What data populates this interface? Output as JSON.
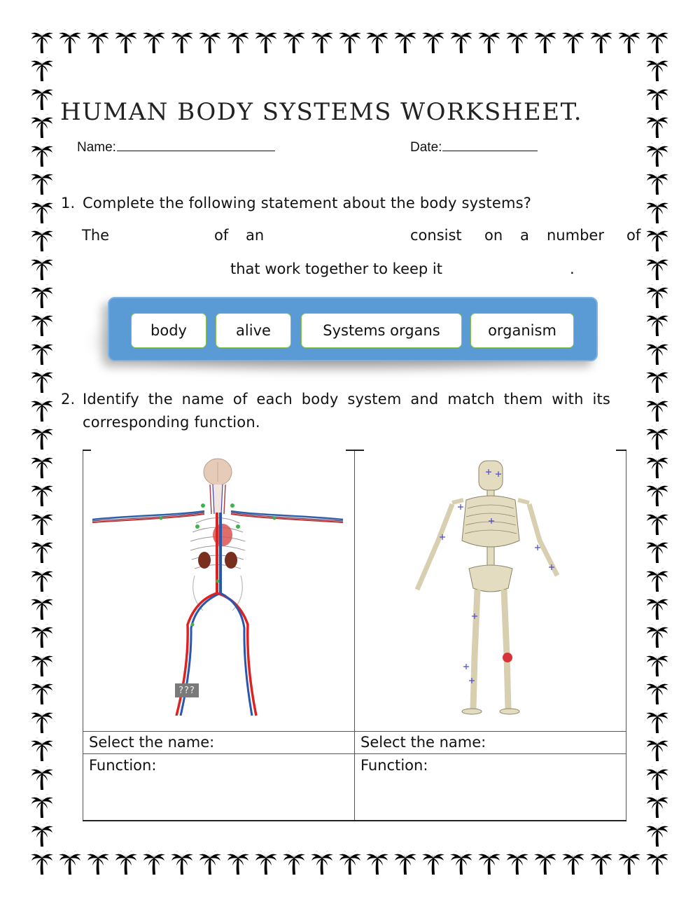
{
  "page": {
    "title": "Human Body Systems Worksheet.",
    "name_label": "Name:",
    "date_label": "Date:"
  },
  "question1": {
    "number": "1.",
    "prompt": "Complete the following statement about the body systems?",
    "statement": {
      "line1": [
        "The",
        "of",
        "an",
        "consist",
        "on",
        "a",
        "number",
        "of"
      ],
      "line2_text": "that work together to keep it",
      "line2_end": "."
    },
    "blanks": [
      "",
      "",
      "",
      ""
    ],
    "word_bank": {
      "color": "#5b9bd5",
      "chip_border": "#8bc34a",
      "words": [
        "body",
        "alive",
        "Systems organs",
        "organism"
      ]
    }
  },
  "question2": {
    "number": "2.",
    "prompt_line1": "Identify the name of each body system and match them with its",
    "prompt_line2": "corresponding function.",
    "columns": [
      {
        "figure": "circulatory-system-figure",
        "badge": "???",
        "select_label": "Select the name:",
        "function_label": "Function:"
      },
      {
        "figure": "skeletal-system-figure",
        "select_label": "Select the name:",
        "function_label": "Function:"
      }
    ]
  },
  "border": {
    "icon": "palm-tree-icon",
    "color": "#000000"
  }
}
